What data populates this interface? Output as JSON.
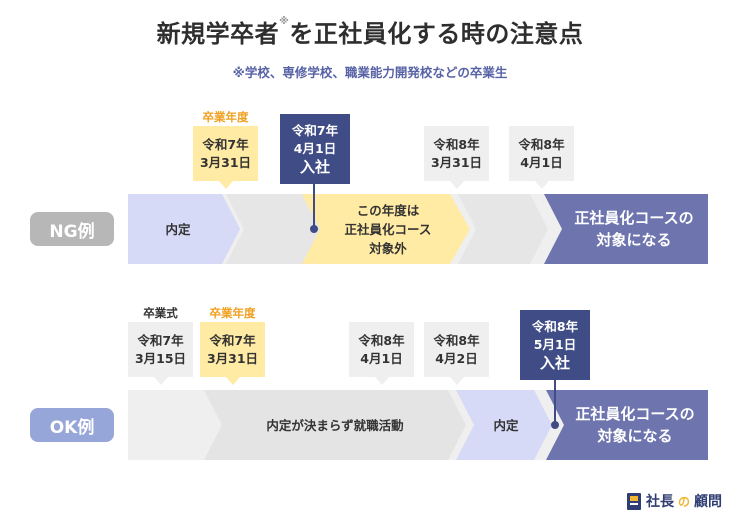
{
  "title": {
    "main": "新規学卒者",
    "mark": "※",
    "rest": "を正社員化する時の注意点"
  },
  "subtitle": "※学校、専修学校、職業能力開発校などの卒業生",
  "ng": {
    "label": "NG例",
    "headings": {
      "grad_year": "卒業年度"
    },
    "callouts": {
      "c1": {
        "l1": "令和7年",
        "l2": "3月31日"
      },
      "c2": {
        "l1": "令和7年",
        "l2": "4月1日",
        "l3": "入社"
      },
      "c3": {
        "l1": "令和8年",
        "l2": "3月31日"
      },
      "c4": {
        "l1": "令和8年",
        "l2": "4月1日"
      }
    },
    "segments": {
      "s1": "内定",
      "s3": {
        "l1": "この年度は",
        "l2": "正社員化コース",
        "l3": "対象外"
      },
      "s5": {
        "l1": "正社員化コースの",
        "l2": "対象になる"
      }
    }
  },
  "ok": {
    "label": "OK例",
    "headings": {
      "ceremony": "卒業式",
      "grad_year": "卒業年度"
    },
    "callouts": {
      "c1": {
        "l1": "令和7年",
        "l2": "3月15日"
      },
      "c2": {
        "l1": "令和7年",
        "l2": "3月31日"
      },
      "c3": {
        "l1": "令和8年",
        "l2": "4月1日"
      },
      "c4": {
        "l1": "令和8年",
        "l2": "4月2日"
      },
      "c5": {
        "l1": "令和8年",
        "l2": "5月1日",
        "l3": "入社"
      }
    },
    "segments": {
      "s2": "内定が決まらず就職活動",
      "s3": "内定",
      "s4": {
        "l1": "正社員化コースの",
        "l2": "対象になる"
      }
    }
  },
  "logo": {
    "a": "社長",
    "b": "の",
    "c": "顧問"
  },
  "colors": {
    "grey_row": "#efefef",
    "lavender": "#d6daf6",
    "yellow": "#ffeba4",
    "indigo": "#6d74ae",
    "navy": "#3f4c85",
    "orange": "#f0a020",
    "ng_badge": "#b7b7b7",
    "ok_badge": "#97a6d8"
  }
}
